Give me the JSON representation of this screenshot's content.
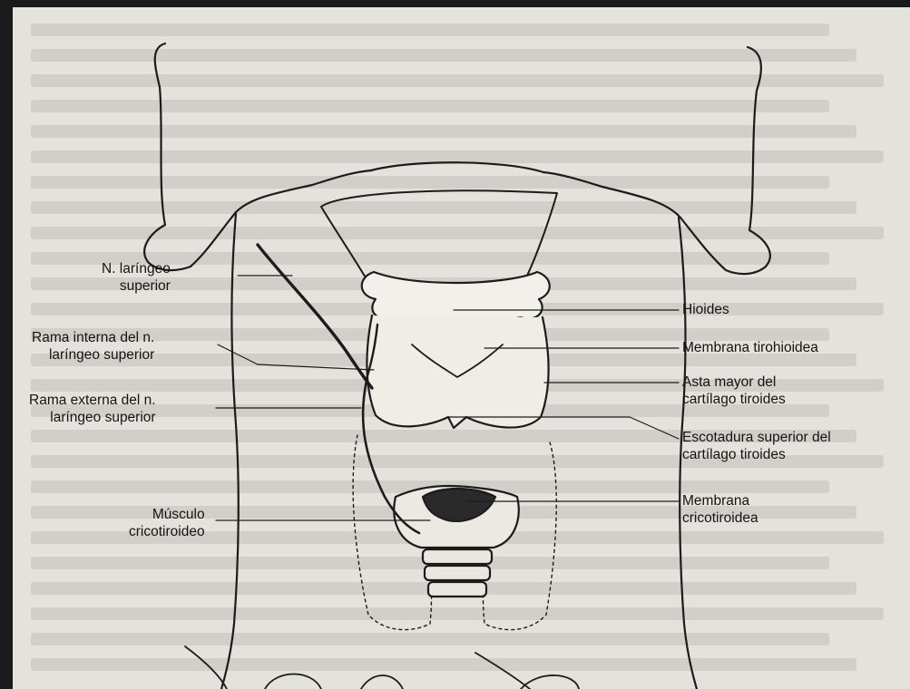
{
  "diagram": {
    "labels": {
      "n_laringeo_superior": [
        "N. laríngeo",
        "superior"
      ],
      "rama_interna": [
        "Rama interna del n.",
        "laríngeo superior"
      ],
      "rama_externa": [
        "Rama externa del n.",
        "laríngeo superior"
      ],
      "musculo_cricotiroideo": [
        "Músculo",
        "cricotiroideo"
      ],
      "hioides": [
        "Hioides"
      ],
      "membrana_tirohioidea": [
        "Membrana tirohioidea"
      ],
      "asta_mayor": [
        "Asta mayor del",
        "cartílago tiroides"
      ],
      "escotadura_superior": [
        "Escotadura superior del",
        "cartílago tiroides"
      ],
      "membrana_cricotiroidea": [
        "Membrana",
        "cricotiroidea"
      ]
    }
  }
}
